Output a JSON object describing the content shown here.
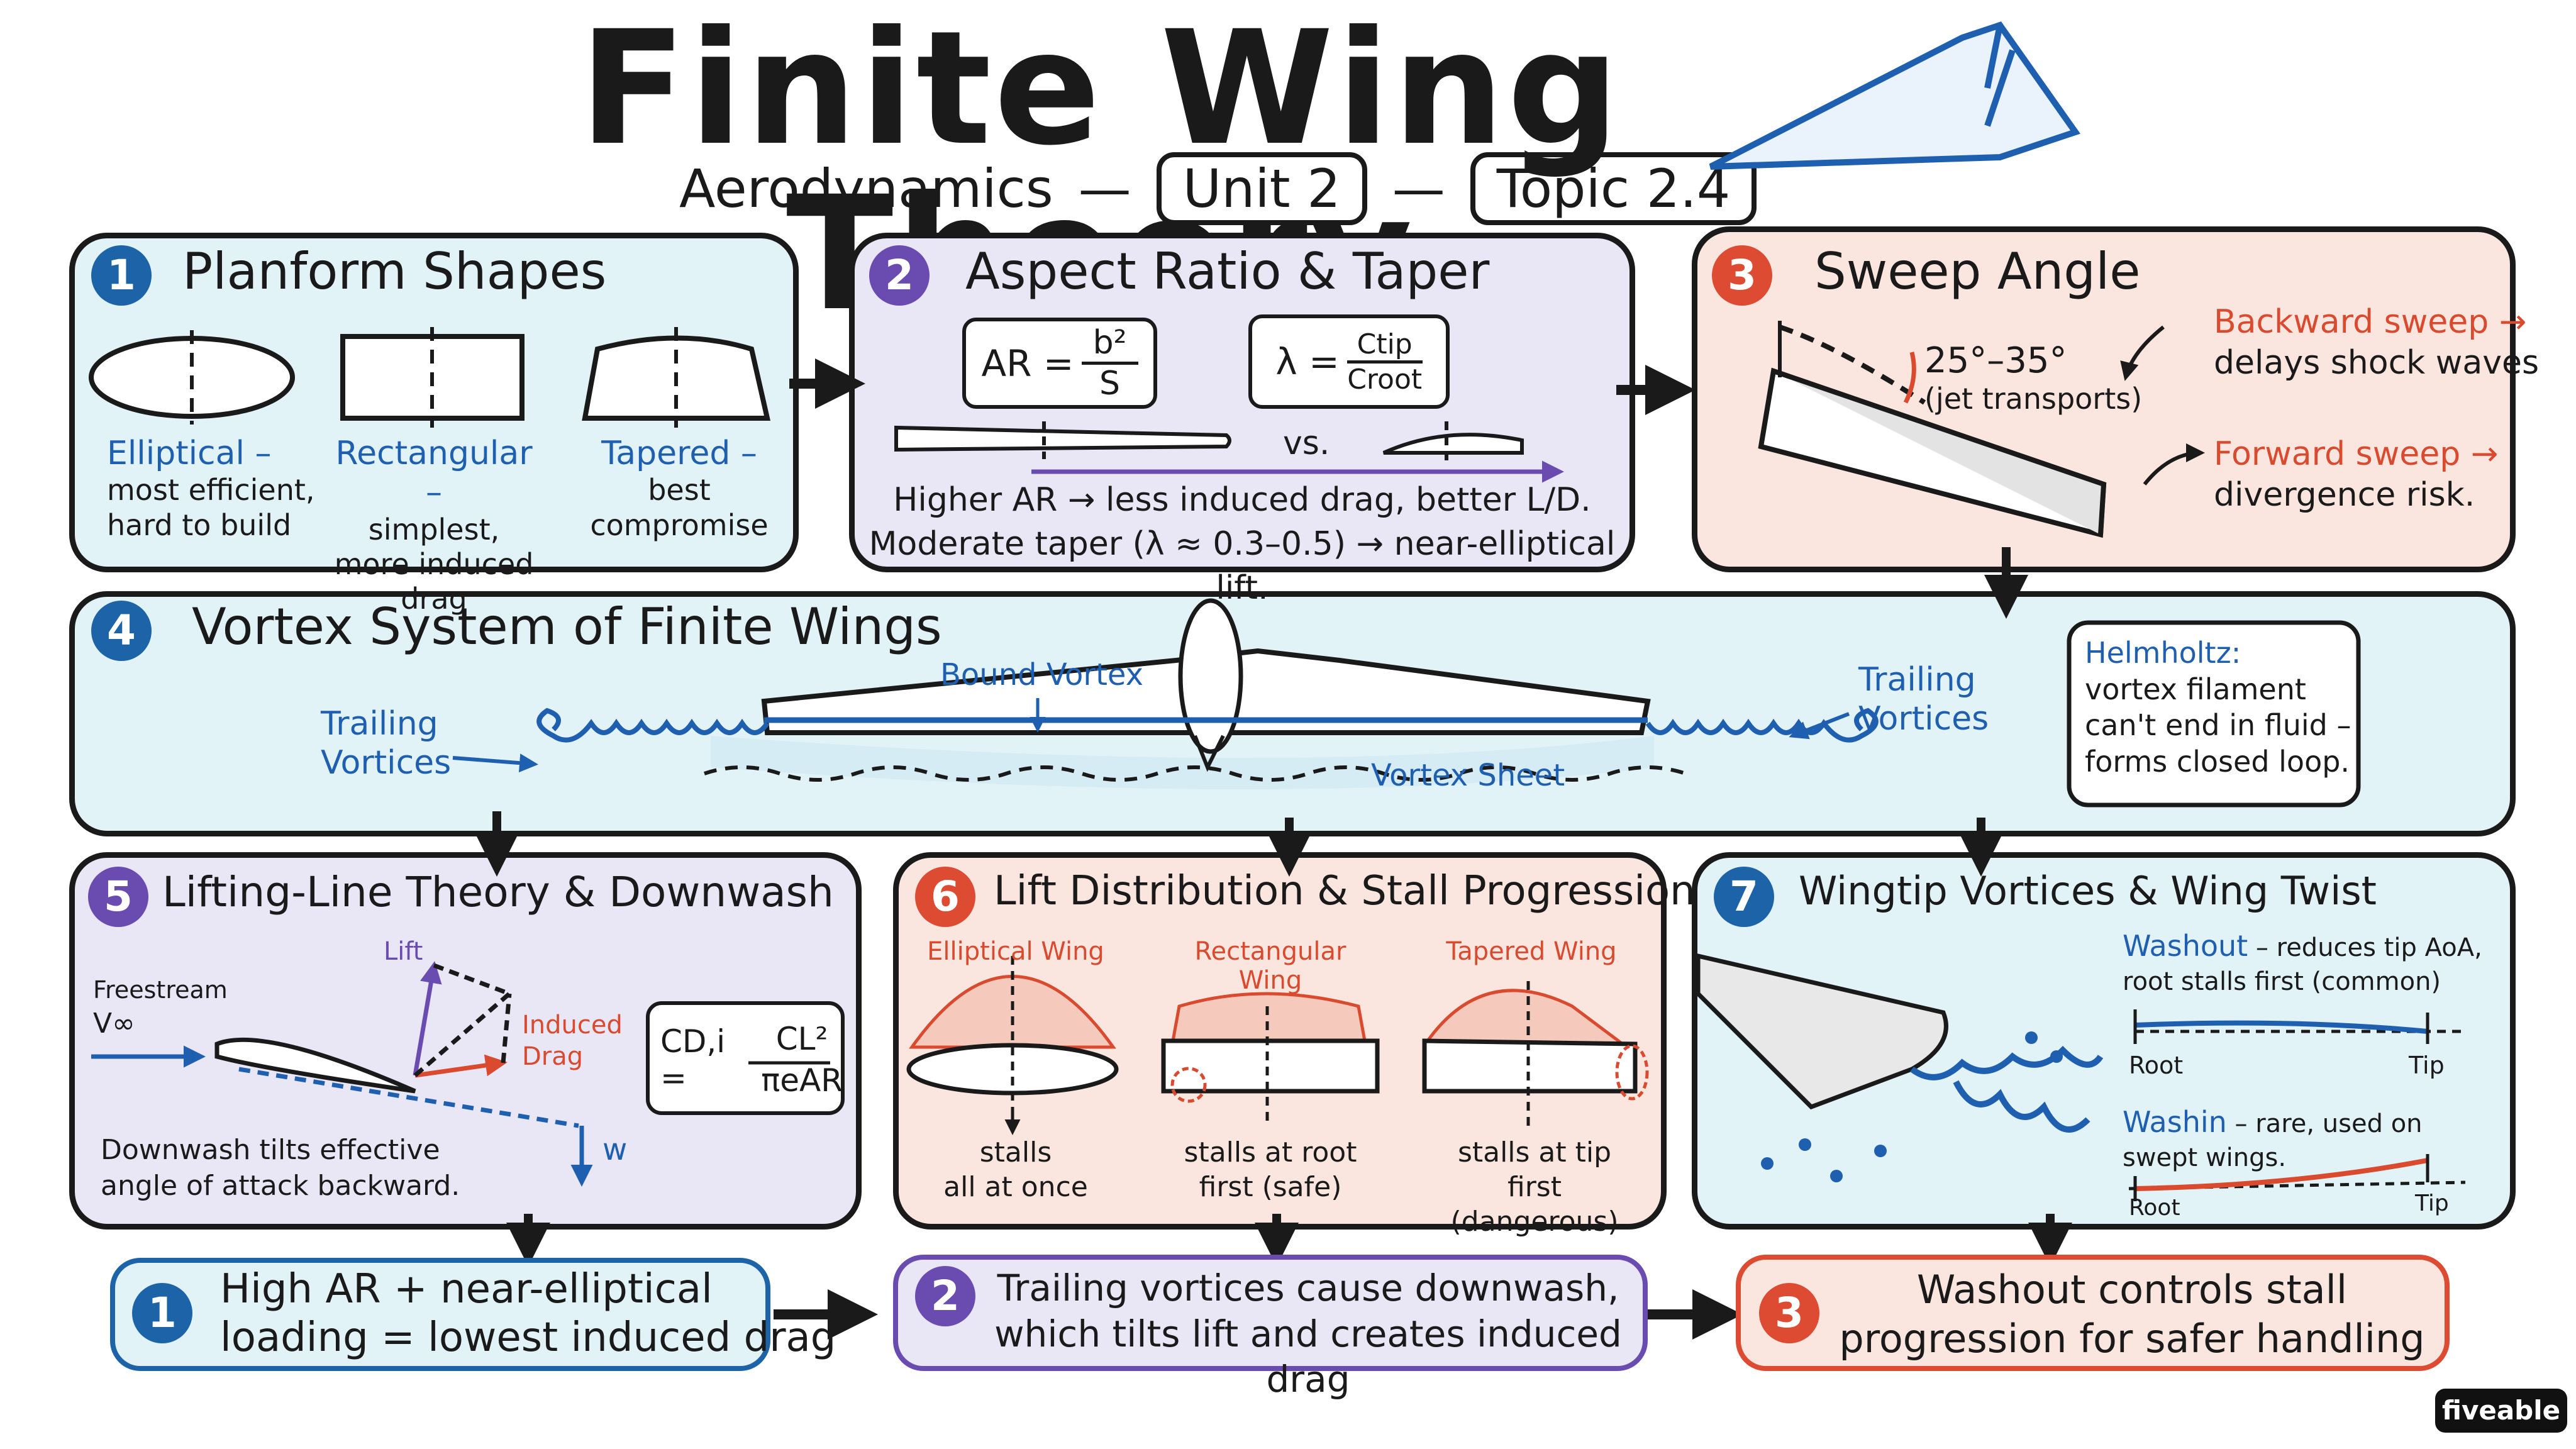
{
  "header": {
    "title": "Finite Wing Theory",
    "subtitle": "Aerodynamics",
    "dash": "—",
    "unit": "Unit 2",
    "topic": "Topic 2.4"
  },
  "panel1": {
    "num": "1",
    "title": "Planform Shapes",
    "shapes": [
      {
        "name": "Elliptical –",
        "line1": "most efficient,",
        "line2": "hard to build"
      },
      {
        "name": "Rectangular –",
        "line1": "simplest,",
        "line2": "more induced drag"
      },
      {
        "name": "Tapered –",
        "line1": "best",
        "line2": "compromise"
      }
    ]
  },
  "panel2": {
    "num": "2",
    "title": "Aspect Ratio & Taper",
    "ar_lhs": "AR =",
    "ar_num": "b²",
    "ar_den": "S",
    "taper_lhs": "λ =",
    "taper_num": "Ctip",
    "taper_den": "Croot",
    "vs": "vs.",
    "line1": "Higher AR → less induced drag, better L/D.",
    "line2": "Moderate taper (λ ≈ 0.3–0.5) → near-elliptical lift."
  },
  "panel3": {
    "num": "3",
    "title": "Sweep Angle",
    "angle": "25°–35°",
    "angle_note": "(jet transports)",
    "back_label": "Backward sweep →",
    "back_text": "delays shock waves",
    "fwd_label": "Forward sweep →",
    "fwd_text": "divergence risk."
  },
  "panel4": {
    "num": "4",
    "title": "Vortex System of Finite Wings",
    "bound": "Bound Vortex",
    "trail_left_1": "Trailing",
    "trail_left_2": "Vortices",
    "trail_right_1": "Trailing",
    "trail_right_2": "Vortices",
    "sheet": "Vortex Sheet",
    "helm_title": "Helmholtz:",
    "helm_1": "vortex filament",
    "helm_2": "can't end in fluid –",
    "helm_3": "forms closed loop."
  },
  "panel5": {
    "num": "5",
    "title": "Lifting-Line Theory & Downwash",
    "freestream": "Freestream",
    "vinf": "V∞",
    "lift": "Lift",
    "induced_1": "Induced",
    "induced_2": "Drag",
    "w": "w",
    "formula_lhs": "CD,i =",
    "formula_num": "CL²",
    "formula_den": "πeAR",
    "note_1": "Downwash tilts effective",
    "note_2": "angle of attack backward."
  },
  "panel6": {
    "num": "6",
    "title": "Lift Distribution & Stall Progression",
    "cols": [
      {
        "head": "Elliptical Wing",
        "l1": "stalls",
        "l2": "all at once"
      },
      {
        "head": "Rectangular Wing",
        "l1": "stalls at root",
        "l2": "first (safe)"
      },
      {
        "head": "Tapered Wing",
        "l1": "stalls at tip",
        "l2": "first (dangerous)"
      }
    ]
  },
  "panel7": {
    "num": "7",
    "title": "Wingtip Vortices & Wing Twist",
    "washout_label": "Washout",
    "washout_text": "– reduces tip AoA,",
    "washout_text2": "root stalls first (common)",
    "root1": "Root",
    "tip1": "Tip",
    "washin_label": "Washin",
    "washin_text": "– rare, used on",
    "washin_text2": "swept wings.",
    "root2": "Root",
    "tip2": "Tip"
  },
  "summary": [
    {
      "num": "1",
      "l1": "High AR + near-elliptical",
      "l2": "loading = lowest induced drag"
    },
    {
      "num": "2",
      "l1": "Trailing vortices cause downwash,",
      "l2": "which tilts lift and creates induced drag"
    },
    {
      "num": "3",
      "l1": "Washout controls stall",
      "l2": "progression for safer handling"
    }
  ],
  "brand": "fiveable",
  "colors": {
    "blue": "#1f5fb0",
    "purple": "#6a4bb0",
    "red": "#d94a2e",
    "cyan_bg": "#e2f3f8",
    "purple_bg": "#e9e6f6",
    "salmon_bg": "#fbe6df"
  }
}
